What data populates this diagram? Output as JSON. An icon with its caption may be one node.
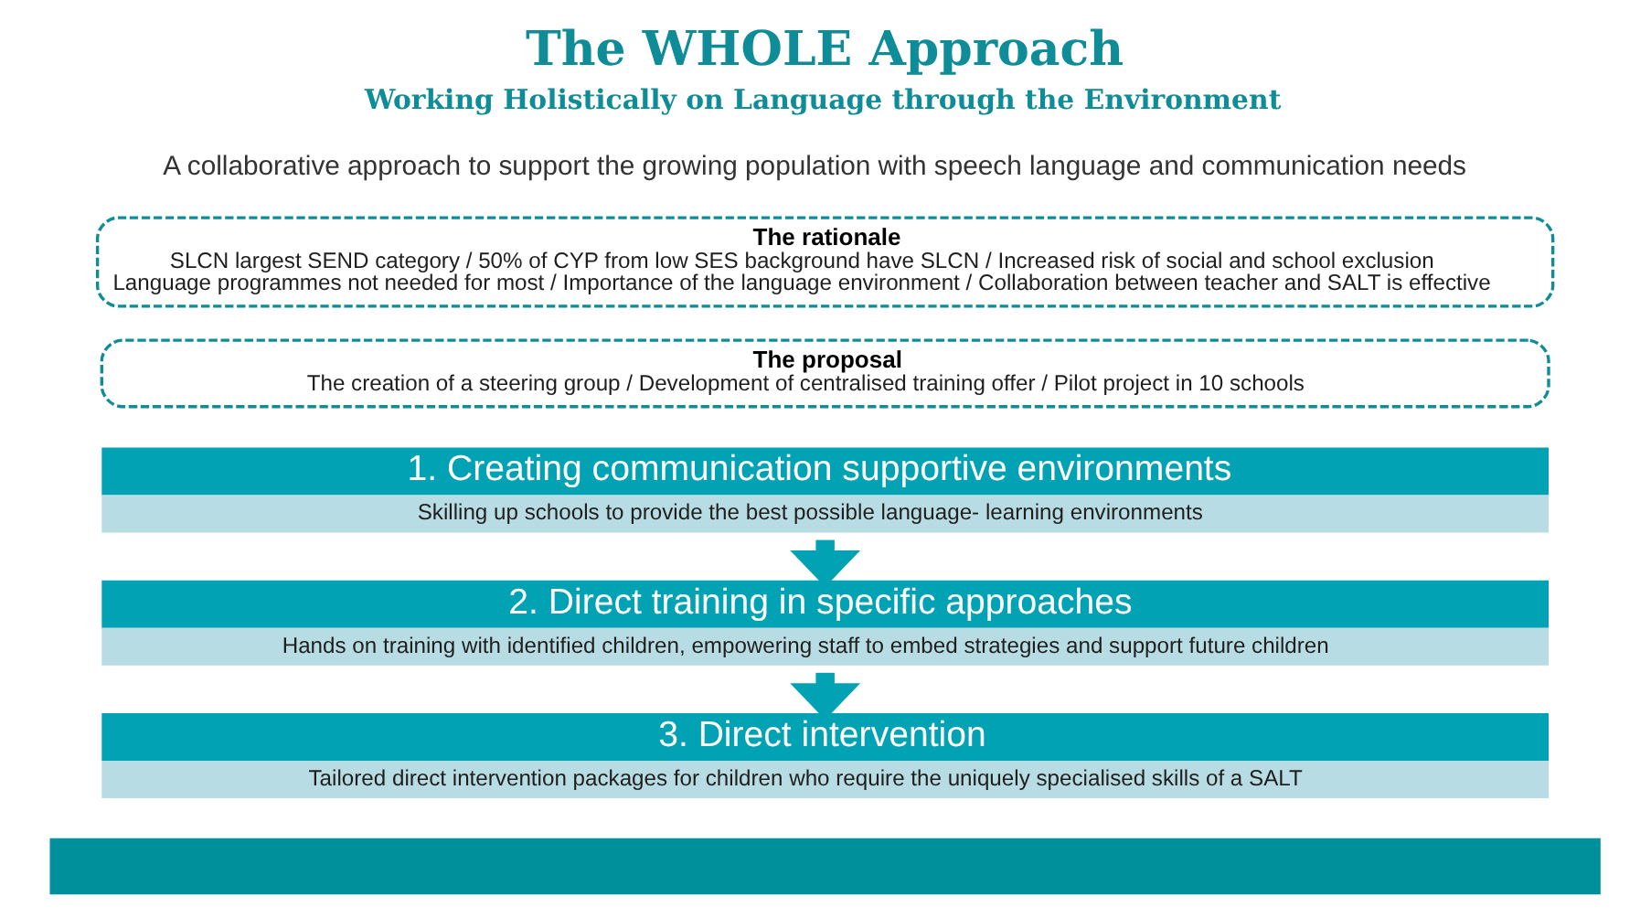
{
  "diagram": {
    "title": "The WHOLE Approach",
    "nodes": [
      {
        "text": [
          "The rationale",
          "SLCN largest SEND category / 50% of CYP from low SES background have SLCN / Increased risk of social and school exclusion",
          "Language programmes not needed for most / Importance of the language environment / Collaboration between teacher and SALT is effective"
        ]
      },
      {
        "text": [
          "The proposal",
          "The creation of a steering group / Development of centralised training offer / Pilot project in 10 schools"
        ]
      },
      {
        "text": [
          "1. Creating communication supportive environments",
          "Skilling up schools to provide the best possible language- learning environments"
        ]
      },
      {
        "text": [
          "2. Direct training in specific approaches",
          "Hands on training with identified children, empowering staff to embed strategies and support future children"
        ]
      },
      {
        "text": [
          "3. Direct intervention",
          "Tailored direct intervention packages for children who require the uniquely specialised skills of a SALT"
        ]
      },
      {
        "text": [],
        "shape": "bar"
      }
    ],
    "edges": [
      {
        "from": 2,
        "to": 3,
        "arrow": "to"
      },
      {
        "from": 3,
        "to": 4,
        "arrow": "to"
      }
    ],
    "labels": [
      "Working Holistically on Language through the Environment",
      "A collaborative approach to support the growing population with speech language and communication needs"
    ]
  }
}
